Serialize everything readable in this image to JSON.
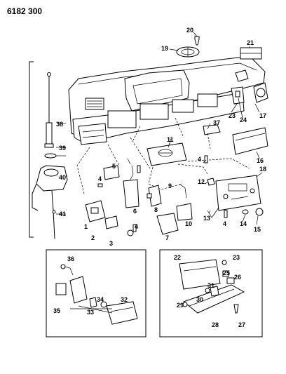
{
  "diagram_id": "6182 300",
  "callouts": {
    "c1": "1",
    "c2": "2",
    "c3": "3",
    "c4a": "4",
    "c4b": "4",
    "c4c": "4",
    "c4d": "4",
    "c5": "5",
    "c6": "6",
    "c7": "7",
    "c8": "8",
    "c9": "9",
    "c10": "10",
    "c11": "11",
    "c12": "12",
    "c13": "13",
    "c14": "14",
    "c15": "15",
    "c16": "16",
    "c17": "17",
    "c18": "18",
    "c19": "19",
    "c20": "20",
    "c21": "21",
    "c22": "22",
    "c23a": "23",
    "c23b": "23",
    "c24": "24",
    "c25": "25",
    "c26": "26",
    "c27": "27",
    "c28": "28",
    "c29": "29",
    "c30": "30",
    "c31": "31",
    "c32": "32",
    "c33": "33",
    "c34": "34",
    "c35": "35",
    "c36": "36",
    "c37": "37",
    "c38": "38",
    "c39": "39",
    "c40": "40",
    "c41": "41"
  }
}
